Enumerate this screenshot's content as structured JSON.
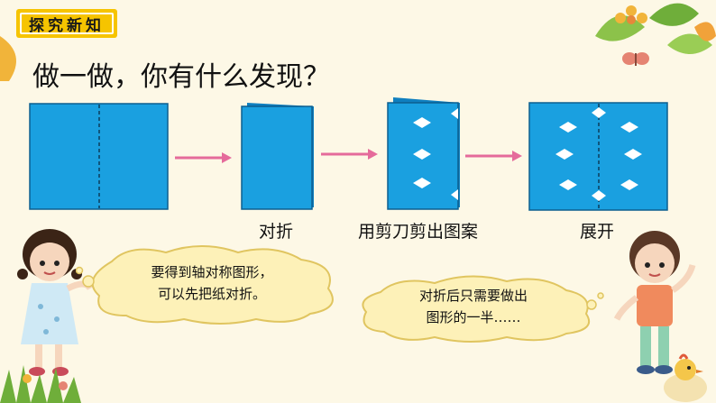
{
  "header": {
    "tag": "探究新知"
  },
  "main": {
    "title": "做一做，你有什么发现？",
    "steps": [
      {
        "label": "对折"
      },
      {
        "label": "用剪刀剪出图案"
      },
      {
        "label": "展开"
      }
    ]
  },
  "bubbles": {
    "girl_line1": "要得到轴对称图形，",
    "girl_line2": "可以先把纸对折。",
    "boy_line1": "对折后只需要做出",
    "boy_line2": "图形的一半……"
  },
  "colors": {
    "paper": "#1aa0e0",
    "arrow": "#e56b9b",
    "tag": "#f6c400",
    "background": "#fdf8e6"
  }
}
